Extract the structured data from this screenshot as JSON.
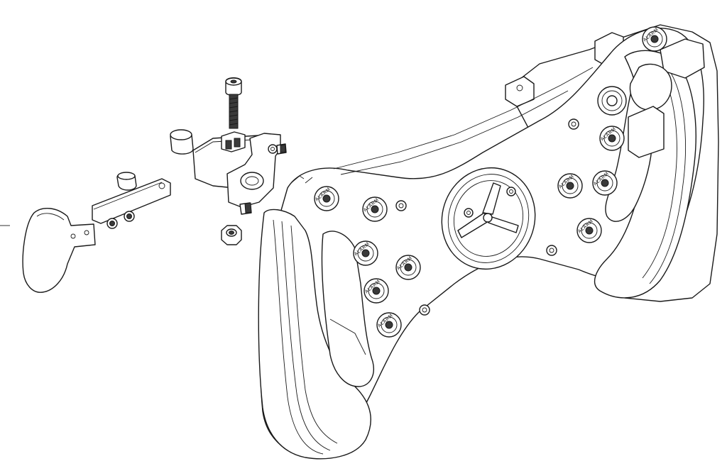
{
  "diagram": {
    "button_label": "ALARM",
    "line_color": "#1a1a1a",
    "background": "#ffffff",
    "parts": [
      "steering-wheel-body",
      "left-grip",
      "right-grip",
      "center-hub",
      "push-buttons",
      "paddle-shifter",
      "shifter-arm",
      "mounting-bracket",
      "micro-switch",
      "socket-head-bolt",
      "hex-nut",
      "spacer-cylinder"
    ]
  }
}
